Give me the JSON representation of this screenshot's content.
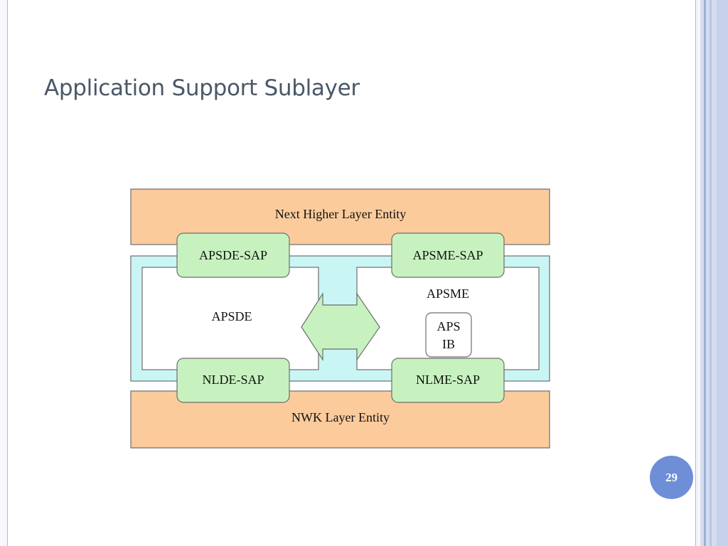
{
  "slide": {
    "title": "Application Support Sublayer",
    "page_number": "29"
  },
  "diagram": {
    "top_layer": "Next Higher Layer Entity",
    "bottom_layer": "NWK Layer Entity",
    "left_entity": "APSDE",
    "right_entity": "APSME",
    "saps": {
      "top_left": "APSDE-SAP",
      "top_right": "APSME-SAP",
      "bottom_left": "NLDE-SAP",
      "bottom_right": "NLME-SAP"
    },
    "database": {
      "line1": "APS",
      "line2": "IB"
    },
    "colors": {
      "layer_fill": "#fccb9c",
      "sublayer_fill": "#c9f6f5",
      "sap_fill": "#c7f2bf",
      "arrow_fill": "#c7f2bf"
    }
  }
}
